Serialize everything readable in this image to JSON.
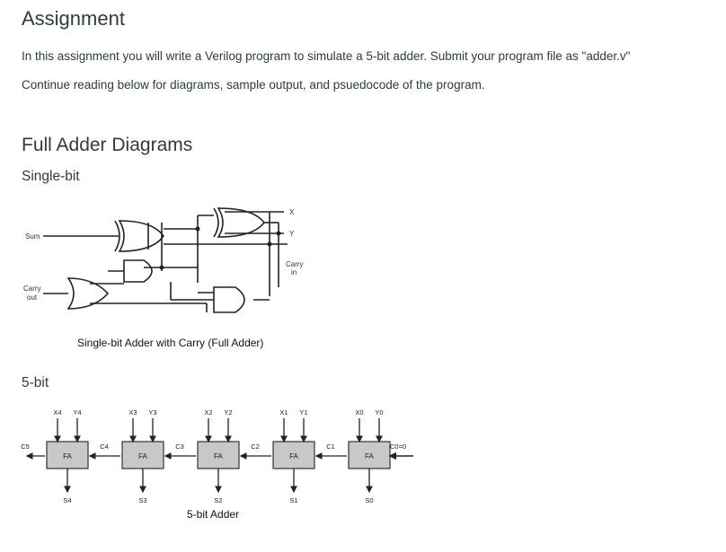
{
  "title": "Assignment",
  "intro": "In this assignment you will write a Verilog program to simulate a 5-bit adder. Submit your program file as \"adder.v\"",
  "continue_text": "Continue reading below for diagrams, sample output, and psuedocode of the program.",
  "section_heading": "Full Adder Diagrams",
  "single_bit": {
    "heading": "Single-bit",
    "labels": {
      "sum": "Sum",
      "carry_out": "Carry\nout",
      "x": "X",
      "y": "Y",
      "carry_in": "Carry\nin"
    },
    "caption": "Single-bit Adder with Carry (Full Adder)"
  },
  "five_bit": {
    "heading": "5-bit",
    "stages": [
      {
        "x": "X4",
        "y": "Y4",
        "cout": "C5",
        "fa": "FA",
        "s": "S4"
      },
      {
        "x": "X3",
        "y": "Y3",
        "cout": "C4",
        "fa": "FA",
        "s": "S3"
      },
      {
        "x": "X2",
        "y": "Y2",
        "cout": "C3",
        "fa": "FA",
        "s": "S2"
      },
      {
        "x": "X1",
        "y": "Y1",
        "cout": "C2",
        "fa": "FA",
        "s": "S1"
      },
      {
        "x": "X0",
        "y": "Y0",
        "cout": "C1",
        "fa": "FA",
        "s": "S0"
      }
    ],
    "carry_in": "C0=0",
    "caption": "5-bit Adder"
  }
}
